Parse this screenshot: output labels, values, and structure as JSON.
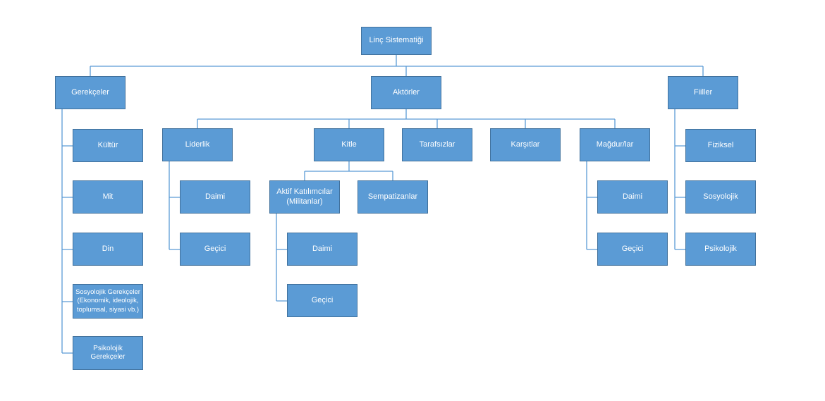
{
  "diagram": {
    "colors": {
      "node_fill": "#5B9BD5",
      "node_border": "#41719C",
      "connector": "#5B9BD5",
      "node_text": "#FFFFFF",
      "background": "#FFFFFF"
    },
    "nodes": {
      "root": "Linç Sistematiği",
      "gerekceler": "Gerekçeler",
      "aktorler": "Aktörler",
      "fiiller": "Fiiller",
      "kultur": "Kültür",
      "mit": "Mit",
      "din": "Din",
      "sosyolojik_gerekceler": "Sosyolojik Gerekçeler (Ekonomik, ideolojik, toplumsal, siyasi vb.)",
      "psikolojik_gerekceler": "Psikolojik Gerekçeler",
      "liderlik": "Liderlik",
      "kitle": "Kitle",
      "tarafsizlar": "Tarafsızlar",
      "karsitlar": "Karşıtlar",
      "magdurlar": "Mağdur/lar",
      "liderlik_daimi": "Daimi",
      "liderlik_gecici": "Geçici",
      "aktif_katilimcilar": "Aktif Katılımcılar (Militanlar)",
      "sempatizanlar": "Sempatizanlar",
      "aktif_daimi": "Daimi",
      "aktif_gecici": "Geçici",
      "magdur_daimi": "Daimi",
      "magdur_gecici": "Geçici",
      "fiziksel": "Fiziksel",
      "sosyolojik": "Sosyolojik",
      "psikolojik": "Psikolojik"
    }
  }
}
